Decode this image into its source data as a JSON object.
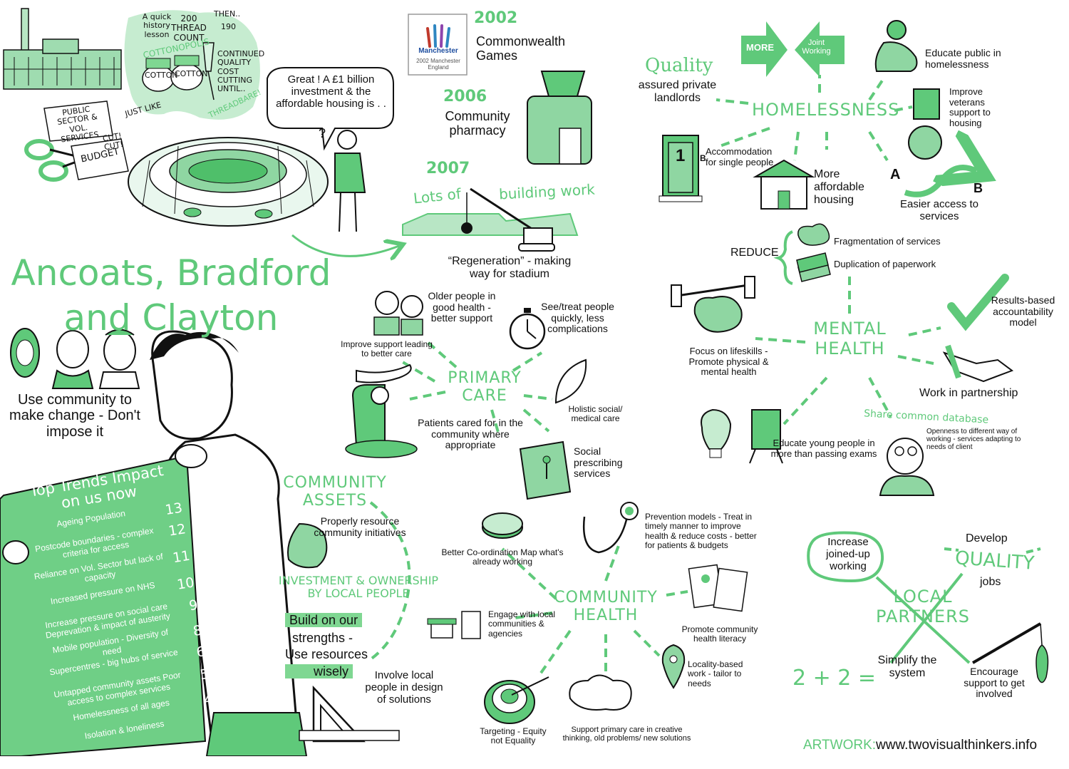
{
  "colors": {
    "accent": "#5fc97a",
    "accent_dark": "#3aa957",
    "ink": "#111111",
    "panel": "#6fcf86"
  },
  "title": "Ancoats, Bradford and Clayton",
  "history": {
    "lesson": "A quick history lesson",
    "cottonopolis": "COTTONOPOLIS",
    "cotton1": "COTTON",
    "cotton2": "COTTON",
    "thread_count": "200 THREAD COUNT",
    "then": "THEN..",
    "then_num": "190",
    "continued": "CONTINUED QUALITY COST CUTTING UNTIL..",
    "threadbare": "THREADBARE!",
    "just_like": "JUST LIKE",
    "public_sector": "PUBLIC SECTOR & VOL. SERVICES",
    "budget": "BUDGET",
    "cut": "CUT! CUT!"
  },
  "speech": "Great ! A £1 billion investment & the affordable housing is . .",
  "speech_q": "?",
  "timeline": {
    "y2002": "2002",
    "games": "Commonwealth Games",
    "logo_text": "2002 Manchester England",
    "logo_word": "Manchester",
    "y2006": "2006",
    "pharmacy": "Community pharmacy",
    "y2007": "2007",
    "building_a": "Lots of",
    "building_b": "building work",
    "regeneration": "“Regeneration” - making way for stadium"
  },
  "community_note": "Use community to make change - Don't impose it",
  "top_trends": {
    "title": "Top Trends Impact on us now",
    "items": [
      {
        "label": "Ageing Population",
        "num": "13"
      },
      {
        "label": "Postcode boundaries - complex criteria for access",
        "num": "12"
      },
      {
        "label": "Reliance on Vol. Sector but lack of capacity",
        "num": "11"
      },
      {
        "label": "Increased pressure on NHS",
        "num": "10"
      },
      {
        "label": "Increase pressure on social care Deprevation & impact of austerity",
        "num": "9"
      },
      {
        "label": "Mobile population - Diversity of need",
        "num": "8"
      },
      {
        "label": "Supercentres - big hubs of service",
        "num": "6"
      },
      {
        "label": "Untapped community assets Poor access to complex services",
        "num": "5"
      },
      {
        "label": "Homelessness of all ages",
        "num": "4"
      },
      {
        "label": "Isolation & loneliness",
        "num": ""
      }
    ]
  },
  "primary_care": {
    "title": "PRIMARY CARE",
    "older": "Older people in good health - better support",
    "see_treat": "See/treat people quickly, less complications",
    "improve": "Improve support leading to better care",
    "holistic": "Holistic social/ medical care",
    "patients": "Patients cared for in the community where appropriate",
    "social": "Social prescribing services"
  },
  "community_assets": {
    "title": "COMMUNITY ASSETS",
    "properly": "Properly resource community initiatives",
    "investment": "INVESTMENT & OWNERSHIP BY LOCAL PEOPLE",
    "build1": "Build on our",
    "build2": "strengths -",
    "build3": "Use resources",
    "build4": "wisely",
    "involve": "Involve local people in design of solutions"
  },
  "community_health": {
    "title": "COMMUNITY HEALTH",
    "coordination": "Better Co-ordination Map what's already working",
    "prevention": "Prevention models - Treat in timely manner to improve health & reduce costs - better for patients & budgets",
    "engage": "Engage with local communities & agencies",
    "promote": "Promote community health literacy",
    "locality": "Locality-based work - tailor to needs",
    "targeting": "Targeting - Equity not Equality",
    "support": "Support primary care in creative thinking, old problems/ new solutions"
  },
  "homelessness": {
    "title": "HOMELESSNESS",
    "more": "MORE",
    "joint": "Joint Working",
    "quality": "Quality",
    "landlords": "assured private landlords",
    "educate": "Educate public in homelessness",
    "veterans": "Improve veterans support to housing",
    "accommodation": "Accommodation for single people",
    "affordable": "More affordable housing",
    "access": "Easier access to services",
    "a": "A",
    "b": "B",
    "door_num": "1",
    "door_b": "B"
  },
  "reduce": {
    "label": "REDUCE",
    "frag": "Fragmentation of services",
    "dup": "Duplication of paperwork"
  },
  "mental_health": {
    "title": "MENTAL HEALTH",
    "lifeskills": "Focus on lifeskills - Promote physical & mental health",
    "results": "Results-based accountability model",
    "partnership": "Work in partnership",
    "database": "Share common database",
    "openness": "Openness to different way of working - services adapting to needs of client",
    "educate": "Educate young people in more than passing exams"
  },
  "local_partners": {
    "title": "LOCAL PARTNERS",
    "increase": "Increase joined-up working",
    "develop": "Develop",
    "quality": "QUALITY",
    "jobs": "jobs",
    "equation": "2 + 2 =",
    "simplify": "Simplify the system",
    "encourage": "Encourage support to get involved"
  },
  "credit": {
    "label": "ARTWORK:",
    "url": "www.twovisualthinkers.info"
  }
}
